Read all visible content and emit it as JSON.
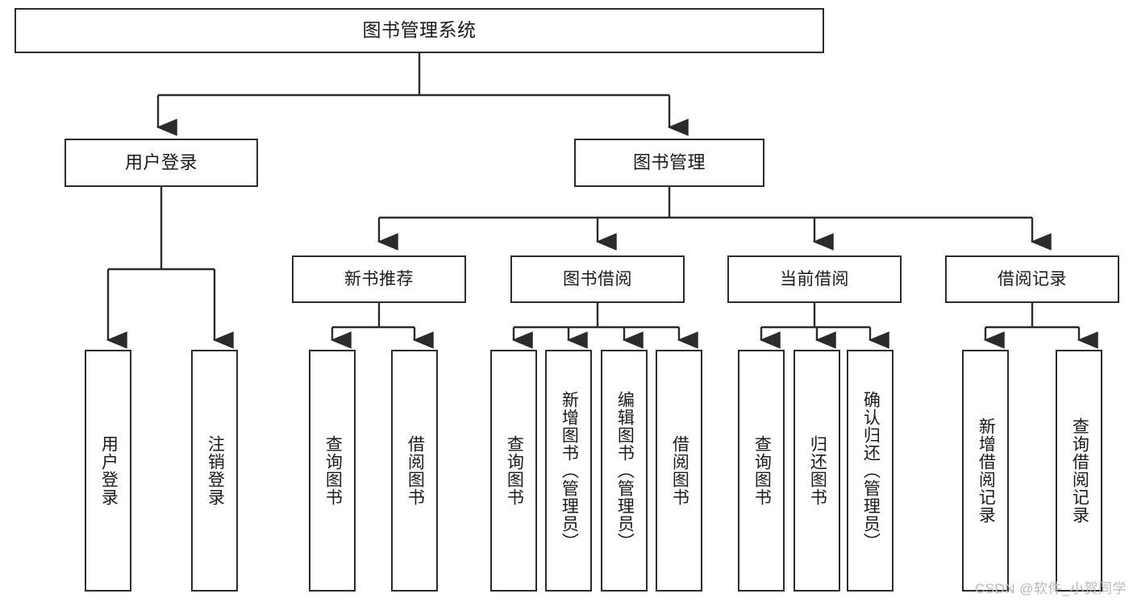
{
  "diagram": {
    "title": "图书管理系统",
    "type": "tree",
    "watermark": "CSDN @软件_小贺同学",
    "nodes": {
      "root": {
        "label": "图书管理系统"
      },
      "level1": [
        {
          "id": "user-login",
          "label": "用户登录"
        },
        {
          "id": "book-manage",
          "label": "图书管理"
        }
      ],
      "level2": [
        {
          "id": "new-book-rec",
          "label": "新书推荐"
        },
        {
          "id": "book-borrow",
          "label": "图书借阅"
        },
        {
          "id": "current-borrow",
          "label": "当前借阅"
        },
        {
          "id": "borrow-record",
          "label": "借阅记录"
        }
      ],
      "leaves": {
        "user_login": [
          {
            "id": "leaf-user-login",
            "label": "用户登录"
          },
          {
            "id": "leaf-logout",
            "label": "注销登录"
          }
        ],
        "new_book_rec": [
          {
            "id": "leaf-query-book-1",
            "label": "查询图书"
          },
          {
            "id": "leaf-borrow-book-1",
            "label": "借阅图书"
          }
        ],
        "book_borrow": [
          {
            "id": "leaf-query-book-2",
            "label": "查询图书"
          },
          {
            "id": "leaf-add-book",
            "label": "新增图书（管理员）"
          },
          {
            "id": "leaf-edit-book",
            "label": "编辑图书（管理员）"
          },
          {
            "id": "leaf-borrow-book-2",
            "label": "借阅图书"
          }
        ],
        "current_borrow": [
          {
            "id": "leaf-query-book-3",
            "label": "查询图书"
          },
          {
            "id": "leaf-return-book",
            "label": "归还图书"
          },
          {
            "id": "leaf-confirm-return",
            "label": "确认归还（管理员）"
          }
        ],
        "borrow_record": [
          {
            "id": "leaf-add-record",
            "label": "新增借阅记录"
          },
          {
            "id": "leaf-query-record",
            "label": "查询借阅记录"
          }
        ]
      }
    },
    "colors": {
      "stroke": "#2b2b2b",
      "fill": "#ffffff",
      "text": "#1a1a1a",
      "watermark": "#b9b9b9"
    }
  }
}
